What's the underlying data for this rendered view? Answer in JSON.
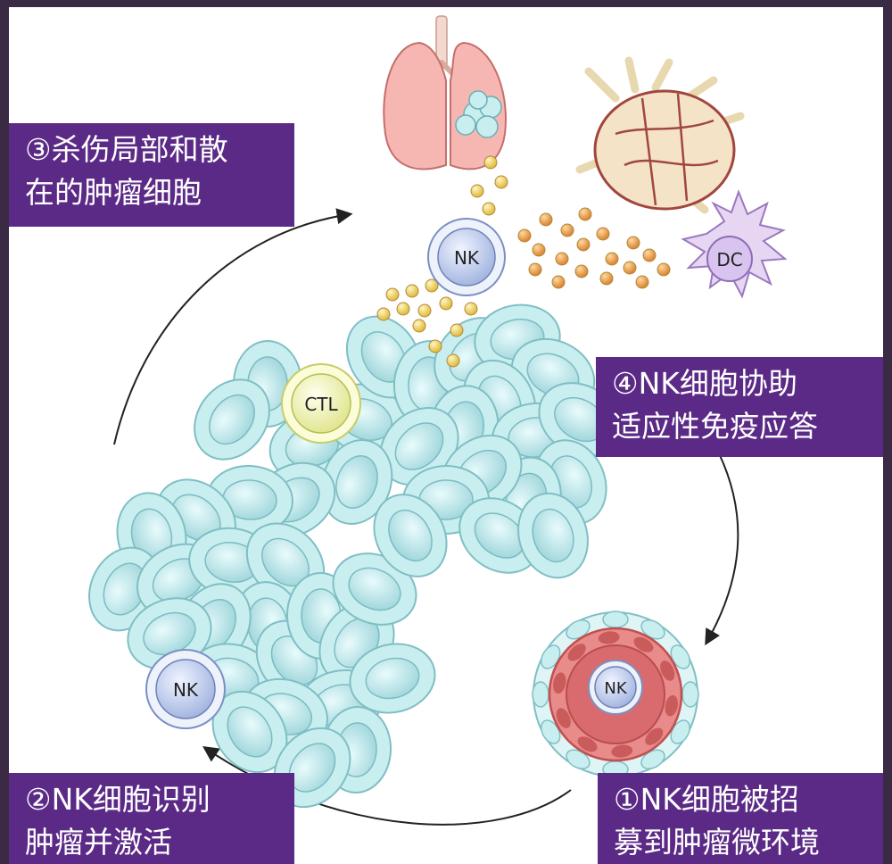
{
  "steps": {
    "step3": {
      "line1": "③杀伤局部和散",
      "line2": "在的肿瘤细胞"
    },
    "step4": {
      "line1": "④NK细胞协助",
      "line2": "适应性免疫应答"
    },
    "step2": {
      "line1": "②NK细胞识别",
      "line2": "肿瘤并激活"
    },
    "step1": {
      "line1": "①NK细胞被招",
      "line2": "募到肿瘤微环境"
    }
  },
  "cells": {
    "nk_top": "NK",
    "nk_left": "NK",
    "nk_vessel": "NK",
    "dc": "DC",
    "ctl": "CTL"
  },
  "colors": {
    "label_bg": "#5b2a86",
    "tumor_fill": "#c9eef0",
    "tumor_stroke": "#7fbfc4",
    "nk_fill": "#c9d4ee",
    "ctl_fill": "#f4f6b8",
    "dc_fill": "#e6d6f2",
    "vessel_red": "#d96b6e",
    "granule_yellow": "#f2d35a",
    "granule_orange": "#eea24a"
  }
}
